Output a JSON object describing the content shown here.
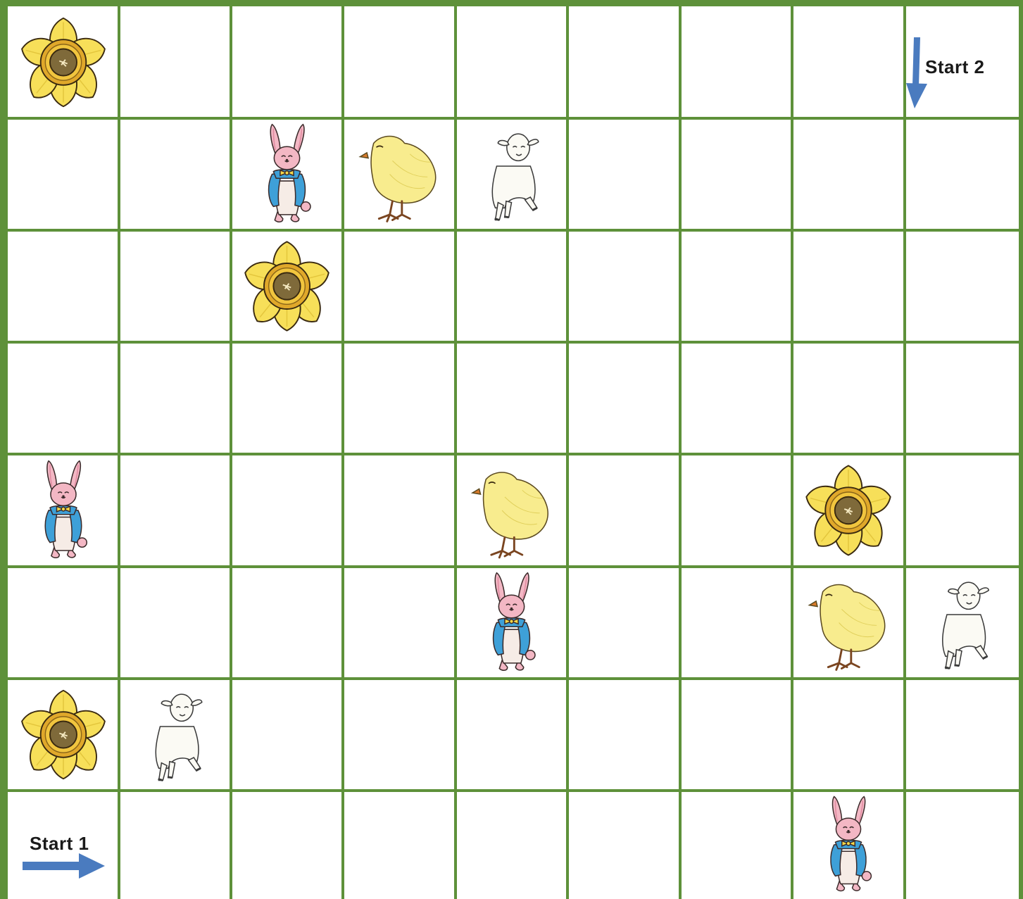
{
  "board": {
    "columns": 9,
    "rows": 8,
    "line_color": "#5e913a",
    "pieces": [
      {
        "row": 0,
        "col": 0,
        "kind": "daffodil"
      },
      {
        "row": 1,
        "col": 2,
        "kind": "bunny"
      },
      {
        "row": 1,
        "col": 3,
        "kind": "chick"
      },
      {
        "row": 1,
        "col": 4,
        "kind": "lamb"
      },
      {
        "row": 2,
        "col": 2,
        "kind": "daffodil"
      },
      {
        "row": 4,
        "col": 0,
        "kind": "bunny"
      },
      {
        "row": 4,
        "col": 4,
        "kind": "chick"
      },
      {
        "row": 4,
        "col": 7,
        "kind": "daffodil"
      },
      {
        "row": 5,
        "col": 4,
        "kind": "bunny"
      },
      {
        "row": 5,
        "col": 7,
        "kind": "chick"
      },
      {
        "row": 5,
        "col": 8,
        "kind": "lamb"
      },
      {
        "row": 6,
        "col": 0,
        "kind": "daffodil"
      },
      {
        "row": 6,
        "col": 1,
        "kind": "lamb"
      },
      {
        "row": 7,
        "col": 7,
        "kind": "bunny"
      }
    ]
  },
  "start1": {
    "label": "Start 1",
    "row": 7,
    "col": 0,
    "arrow": "right-arrow-icon",
    "arrow_color": "#4a7bbf"
  },
  "start2": {
    "label": "Start 2",
    "row": 0,
    "col": 8,
    "arrow": "down-arrow-icon",
    "arrow_color": "#4a7bbf"
  }
}
